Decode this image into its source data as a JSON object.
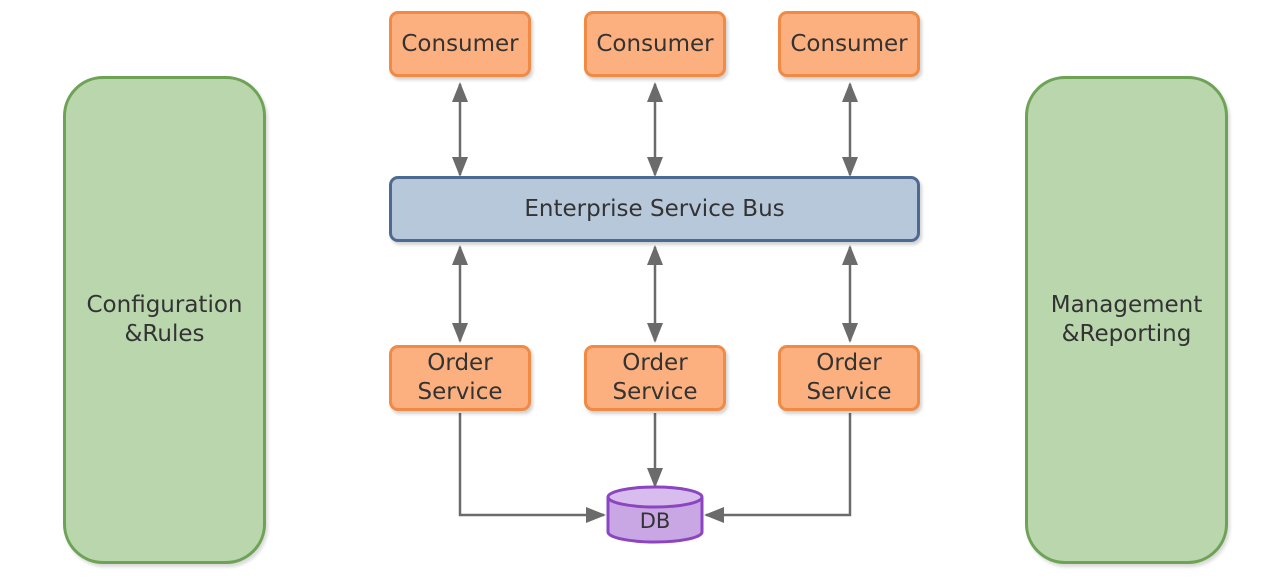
{
  "diagram": {
    "left_panel": {
      "label": "Configuration\n&Rules"
    },
    "right_panel": {
      "label": "Management\n&Reporting"
    },
    "consumers": [
      {
        "label": "Consumer"
      },
      {
        "label": "Consumer"
      },
      {
        "label": "Consumer"
      }
    ],
    "bus": {
      "label": "Enterprise Service Bus"
    },
    "services": [
      {
        "label": "Order\nService"
      },
      {
        "label": "Order\nService"
      },
      {
        "label": "Order\nService"
      }
    ],
    "database": {
      "label": "DB"
    }
  },
  "colors": {
    "consumer_fill": "#fcb07f",
    "consumer_border": "#f08a45",
    "panel_fill": "#b9d6ad",
    "panel_border": "#6ea356",
    "bus_fill": "#b8c8db",
    "bus_border": "#4d6a93",
    "db_fill": "#c9a6e4",
    "db_border": "#8c45c0",
    "connector": "#6b6b6b"
  }
}
